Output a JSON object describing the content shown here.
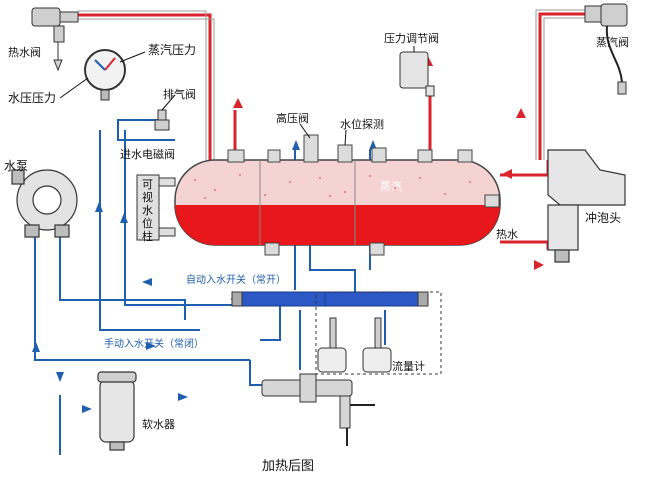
{
  "diagram": {
    "caption": "加热后图",
    "labels": {
      "hot_water_valve": "热水阀",
      "steam_pressure": "蒸汽压力",
      "water_pressure": "水压压力",
      "exhaust_valve": "排气阀",
      "high_pressure_valve": "高压阀",
      "water_level_probe": "水位探测",
      "pressure_regulating_valve": "压力调节阀",
      "steam_valve": "蒸汽阀",
      "inlet_solenoid_valve": "进水电磁阀",
      "sight_glass": "可视水位柱",
      "water_pump": "水泵",
      "steam": "蒸汽",
      "hot_water": "热水",
      "foam_head": "冲泡头",
      "auto_inlet_switch": "自动入水开关（常开）",
      "manual_inlet_switch": "手动入水开关（常闭）",
      "flow_meter": "流量计",
      "water_softener": "软水器"
    },
    "colors": {
      "hot_line": "#d9232d",
      "cold_line": "#1f5fb0",
      "water_fill": "#e8171c",
      "steam_fill": "#f6d3d3",
      "manifold": "#2b58c4",
      "label": "#111111"
    }
  }
}
